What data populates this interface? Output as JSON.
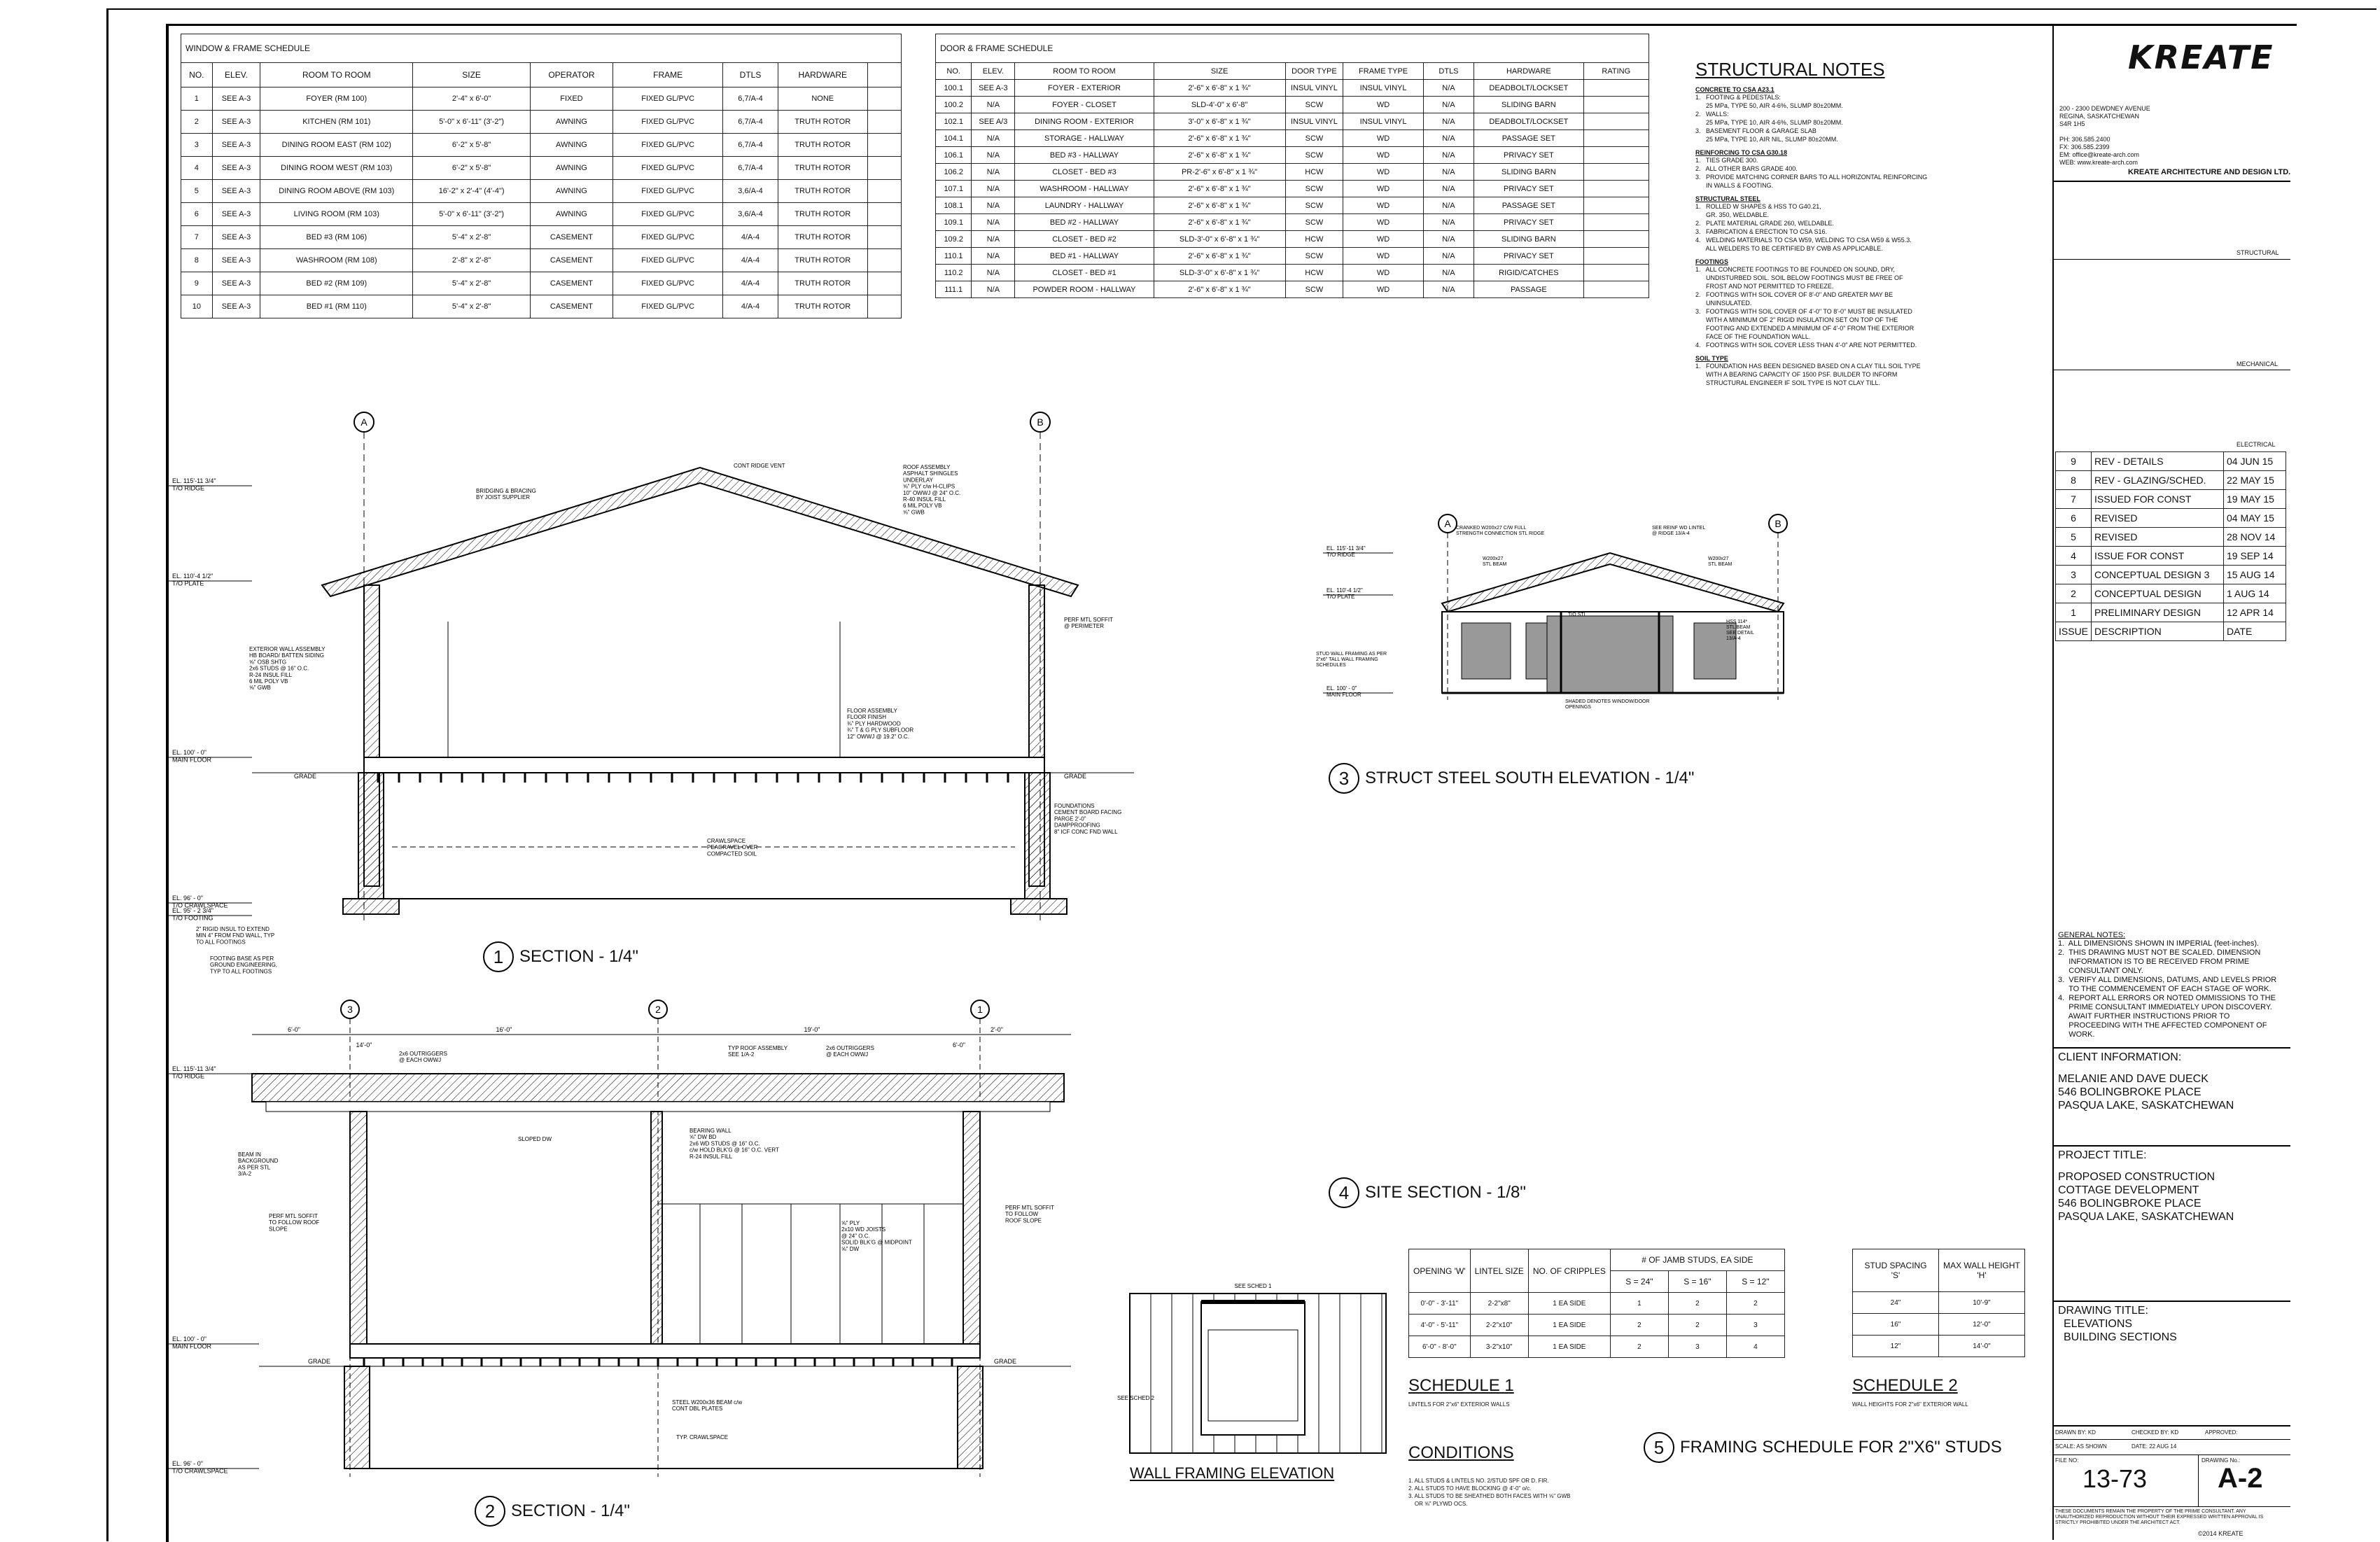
{
  "window_schedule": {
    "title": "WINDOW & FRAME SCHEDULE",
    "headers": [
      "NO.",
      "ELEV.",
      "ROOM TO ROOM",
      "SIZE",
      "OPERATOR",
      "FRAME",
      "DTLS",
      "HARDWARE",
      ""
    ],
    "rows": [
      [
        "1",
        "SEE A-3",
        "FOYER (RM 100)",
        "2'-4\" x 6'-0\"",
        "FIXED",
        "FIXED GL/PVC",
        "6,7/A-4",
        "NONE",
        ""
      ],
      [
        "2",
        "SEE A-3",
        "KITCHEN (RM 101)",
        "5'-0\" x 6'-11\" (3'-2\")",
        "AWNING",
        "FIXED GL/PVC",
        "6,7/A-4",
        "TRUTH ROTOR",
        ""
      ],
      [
        "3",
        "SEE A-3",
        "DINING ROOM EAST (RM 102)",
        "6'-2\" x 5'-8\"",
        "AWNING",
        "FIXED GL/PVC",
        "6,7/A-4",
        "TRUTH ROTOR",
        ""
      ],
      [
        "4",
        "SEE A-3",
        "DINING ROOM WEST (RM 103)",
        "6'-2\" x 5'-8\"",
        "AWNING",
        "FIXED GL/PVC",
        "6,7/A-4",
        "TRUTH ROTOR",
        ""
      ],
      [
        "5",
        "SEE A-3",
        "DINING ROOM ABOVE (RM 103)",
        "16'-2\" x 2'-4\" (4'-4\")",
        "AWNING",
        "FIXED GL/PVC",
        "3,6/A-4",
        "TRUTH ROTOR",
        ""
      ],
      [
        "6",
        "SEE A-3",
        "LIVING ROOM (RM 103)",
        "5'-0\" x 6'-11\" (3'-2\")",
        "AWNING",
        "FIXED GL/PVC",
        "3,6/A-4",
        "TRUTH ROTOR",
        ""
      ],
      [
        "7",
        "SEE A-3",
        "BED #3 (RM 106)",
        "5'-4\" x 2'-8\"",
        "CASEMENT",
        "FIXED GL/PVC",
        "4/A-4",
        "TRUTH ROTOR",
        ""
      ],
      [
        "8",
        "SEE A-3",
        "WASHROOM (RM 108)",
        "2'-8\" x 2'-8\"",
        "CASEMENT",
        "FIXED GL/PVC",
        "4/A-4",
        "TRUTH ROTOR",
        ""
      ],
      [
        "9",
        "SEE A-3",
        "BED #2 (RM 109)",
        "5'-4\" x 2'-8\"",
        "CASEMENT",
        "FIXED GL/PVC",
        "4/A-4",
        "TRUTH ROTOR",
        ""
      ],
      [
        "10",
        "SEE A-3",
        "BED #1 (RM 110)",
        "5'-4\" x 2'-8\"",
        "CASEMENT",
        "FIXED GL/PVC",
        "4/A-4",
        "TRUTH ROTOR",
        ""
      ]
    ]
  },
  "door_schedule": {
    "title": "DOOR & FRAME SCHEDULE",
    "headers": [
      "NO.",
      "ELEV.",
      "ROOM TO ROOM",
      "SIZE",
      "DOOR TYPE",
      "FRAME TYPE",
      "DTLS",
      "HARDWARE",
      "RATING"
    ],
    "rows": [
      [
        "100.1",
        "SEE A-3",
        "FOYER - EXTERIOR",
        "2'-6\" x 6'-8\" x 1 ¾\"",
        "INSUL VINYL",
        "INSUL VINYL",
        "N/A",
        "DEADBOLT/LOCKSET",
        ""
      ],
      [
        "100.2",
        "N/A",
        "FOYER - CLOSET",
        "SLD-4'-0\" x 6'-8\"",
        "SCW",
        "WD",
        "N/A",
        "SLIDING BARN",
        ""
      ],
      [
        "102.1",
        "SEE A/3",
        "DINING ROOM - EXTERIOR",
        "3'-0\" x 6'-8\" x 1 ¾\"",
        "INSUL VINYL",
        "INSUL VINYL",
        "N/A",
        "DEADBOLT/LOCKSET",
        ""
      ],
      [
        "104.1",
        "N/A",
        "STORAGE - HALLWAY",
        "2'-6\" x 6'-8\" x 1 ¾\"",
        "SCW",
        "WD",
        "N/A",
        "PASSAGE SET",
        ""
      ],
      [
        "106.1",
        "N/A",
        "BED #3 - HALLWAY",
        "2'-6\" x 6'-8\" x 1 ¾\"",
        "SCW",
        "WD",
        "N/A",
        "PRIVACY SET",
        ""
      ],
      [
        "106.2",
        "N/A",
        "CLOSET - BED #3",
        "PR-2'-6\" x 6'-8\" x 1 ¾\"",
        "HCW",
        "WD",
        "N/A",
        "SLIDING BARN",
        ""
      ],
      [
        "107.1",
        "N/A",
        "WASHROOM - HALLWAY",
        "2'-6\" x 6'-8\" x 1 ¾\"",
        "SCW",
        "WD",
        "N/A",
        "PRIVACY SET",
        ""
      ],
      [
        "108.1",
        "N/A",
        "LAUNDRY - HALLWAY",
        "2'-6\" x 6'-8\" x 1 ¾\"",
        "SCW",
        "WD",
        "N/A",
        "PASSAGE SET",
        ""
      ],
      [
        "109.1",
        "N/A",
        "BED #2 - HALLWAY",
        "2'-6\" x 6'-8\" x 1 ¾\"",
        "SCW",
        "WD",
        "N/A",
        "PRIVACY SET",
        ""
      ],
      [
        "109.2",
        "N/A",
        "CLOSET - BED #2",
        "SLD-3'-0\" x 6'-8\" x 1 ¾\"",
        "HCW",
        "WD",
        "N/A",
        "SLIDING BARN",
        ""
      ],
      [
        "110.1",
        "N/A",
        "BED #1 - HALLWAY",
        "2'-6\" x 6'-8\" x 1 ¾\"",
        "SCW",
        "WD",
        "N/A",
        "PRIVACY SET",
        ""
      ],
      [
        "110.2",
        "N/A",
        "CLOSET - BED #1",
        "SLD-3'-0\" x 6'-8\" x 1 ¾\"",
        "HCW",
        "WD",
        "N/A",
        "RIGID/CATCHES",
        ""
      ],
      [
        "111.1",
        "N/A",
        "POWDER ROOM - HALLWAY",
        "2'-6\" x 6'-8\" x 1 ¾\"",
        "SCW",
        "WD",
        "N/A",
        "PASSAGE",
        ""
      ]
    ]
  },
  "structural_notes": {
    "title": "STRUCTURAL NOTES",
    "sections": [
      {
        "head": "CONCRETE TO CSA A23.1",
        "lines": [
          "1.   FOOTING & PEDESTALS:",
          "      25 MPa, TYPE 50, AIR 4-6%, SLUMP 80±20MM.",
          "2.   WALLS:",
          "      25 MPa, TYPE 10, AIR 4-6%, SLUMP 80±20MM.",
          "3.   BASEMENT FLOOR & GARAGE SLAB",
          "      25 MPa, TYPE 10, AIR NIL, SLUMP 80±20MM."
        ]
      },
      {
        "head": "REINFORCING TO CSA G30.18",
        "lines": [
          "1.   TIES GRADE 300.",
          "2.   ALL OTHER BARS GRADE 400.",
          "3.   PROVIDE MATCHING CORNER BARS TO ALL HORIZONTAL REINFORCING",
          "      IN WALLS & FOOTING."
        ]
      },
      {
        "head": "STRUCTURAL STEEL",
        "lines": [
          "1.   ROLLED W SHAPES & HSS TO G40.21,",
          "      GR. 350, WELDABLE.",
          "2.   PLATE MATERIAL GRADE 260, WELDABLE.",
          "3.   FABRICATION & ERECTION TO CSA S16.",
          "4.   WELDING MATERIALS TO CSA W59, WELDING TO CSA W59 & W55.3.",
          "      ALL WELDERS TO BE CERTIFIED BY CWB AS APPLICABLE."
        ]
      },
      {
        "head": "FOOTINGS",
        "lines": [
          "1.   ALL CONCRETE FOOTINGS TO BE FOUNDED ON SOUND, DRY,",
          "      UNDISTURBED SOIL. SOIL BELOW FOOTINGS MUST BE FREE OF",
          "      FROST AND NOT PERMITTED TO FREEZE.",
          "2.   FOOTINGS WITH SOIL COVER OF 8'-0\" AND GREATER MAY BE",
          "      UNINSULATED.",
          "3.   FOOTINGS WITH SOIL COVER OF 4'-0\" TO 8'-0\" MUST BE INSULATED",
          "      WITH A MINIMUM OF 2\" RIGID INSULATION SET ON TOP OF THE",
          "      FOOTING AND EXTENDED A MINIMUM OF 4'-0\" FROM THE EXTERIOR",
          "      FACE OF THE FOUNDATION WALL.",
          "4.   FOOTINGS WITH SOIL COVER LESS THAN 4'-0\" ARE NOT PERMITTED."
        ]
      },
      {
        "head": "SOIL TYPE",
        "lines": [
          "1.   FOUNDATION HAS BEEN DESIGNED BASED ON A CLAY TILL SOIL TYPE",
          "      WITH A BEARING CAPACITY OF 1500 PSF. BUILDER TO INFORM",
          "      STRUCTURAL ENGINEER IF SOIL TYPE IS NOT CLAY TILL."
        ]
      }
    ]
  },
  "title_block": {
    "logo": "KREATE",
    "address": [
      "200 - 2300 DEWDNEY AVENUE",
      "REGINA, SASKATCHEWAN",
      "S4R 1H5",
      "",
      "PH:   306.585.2400",
      "FX:   306.585.2399",
      "EM:  office@kreate-arch.com",
      "WEB: www.kreate-arch.com"
    ],
    "company": "KREATE ARCHITECTURE AND DESIGN LTD.",
    "stamps": [
      "STRUCTURAL",
      "MECHANICAL",
      "ELECTRICAL"
    ],
    "revisions": [
      [
        "9",
        "REV - DETAILS",
        "04 JUN 15"
      ],
      [
        "8",
        "REV - GLAZING/SCHED.",
        "22 MAY 15"
      ],
      [
        "7",
        "ISSUED FOR CONST",
        "19 MAY 15"
      ],
      [
        "6",
        "REVISED",
        "04 MAY 15"
      ],
      [
        "5",
        "REVISED",
        "28 NOV 14"
      ],
      [
        "4",
        "ISSUE FOR CONST",
        "19 SEP 14"
      ],
      [
        "3",
        "CONCEPTUAL DESIGN 3",
        "15 AUG 14"
      ],
      [
        "2",
        "CONCEPTUAL DESIGN",
        "1 AUG 14"
      ],
      [
        "1",
        "PRELIMINARY DESIGN",
        "12 APR 14"
      ]
    ],
    "rev_headers": [
      "ISSUE",
      "DESCRIPTION",
      "DATE"
    ],
    "general_notes_head": "GENERAL NOTES:",
    "general_notes": [
      "1.  ALL DIMENSIONS SHOWN IN IMPERIAL (feet-inches).",
      "2.  THIS DRAWING MUST NOT BE SCALED. DIMENSION",
      "     INFORMATION IS TO BE RECEIVED FROM PRIME",
      "     CONSULTANT ONLY.",
      "3.  VERIFY ALL DIMENSIONS, DATUMS, AND LEVELS PRIOR",
      "     TO THE COMMENCEMENT OF EACH STAGE OF WORK.",
      "4.  REPORT ALL ERRORS OR NOTED OMMISSIONS TO THE",
      "     PRIME CONSULTANT IMMEDIATELY UPON DISCOVERY.",
      "     AWAIT FURTHER INSTRUCTIONS PRIOR TO",
      "     PROCEEDING WITH THE AFFECTED COMPONENT OF",
      "     WORK."
    ],
    "client_head": "CLIENT INFORMATION:",
    "client": [
      "MELANIE AND DAVE DUECK",
      "546 BOLINGBROKE PLACE",
      "PASQUA LAKE, SASKATCHEWAN"
    ],
    "project_head": "PROJECT TITLE:",
    "project": [
      "PROPOSED CONSTRUCTION",
      "COTTAGE DEVELOPMENT",
      "546 BOLINGBROKE PLACE",
      "PASQUA LAKE, SASKATCHEWAN"
    ],
    "drawing_head": "DRAWING TITLE:",
    "drawing": [
      "ELEVATIONS",
      "BUILDING SECTIONS"
    ],
    "drawn_by": "DRAWN BY:  KD",
    "checked_by": "CHECKED BY:  KD",
    "approved": "APPROVED:",
    "scale": "SCALE:  AS SHOWN",
    "date": "DATE:  22 AUG 14",
    "file_label": "FILE NO:",
    "file_no": "13-73",
    "drawing_label": "DRAWING No.:",
    "drawing_no": "A-2",
    "copyright": "THESE DOCUMENTS REMAIN THE PROPERTY OF THE PRIME CONSULTANT. ANY UNAUTHORIZED REPRODUCTION WITHOUT THEIR EXPRESSED WRITTEN APPROVAL IS STRICTLY PROHIBITED UNDER THE ARCHITECT ACT.",
    "copyright_mark": "©2014 KREATE"
  },
  "views": {
    "v1": {
      "num": "1",
      "title": "SECTION - 1/4\""
    },
    "v2": {
      "num": "2",
      "title": "SECTION - 1/4\""
    },
    "v3": {
      "num": "3",
      "title": "STRUCT STEEL SOUTH ELEVATION - 1/4\""
    },
    "v4": {
      "num": "4",
      "title": "SITE SECTION - 1/8\""
    },
    "v5": {
      "num": "5",
      "title": "FRAMING SCHEDULE FOR 2\"X6\" STUDS"
    },
    "wall_framing": "WALL FRAMING ELEVATION"
  },
  "section1_labels": {
    "ridge": "EL. 115'-11 3/4\"\nT/O RIDGE",
    "plate": "EL. 110'-4 1/2\"\nT/O PLATE",
    "main_floor": "EL. 100' - 0\"\nMAIN FLOOR",
    "crawl": "EL. 96' - 0\"\nT/O CRAWLSPACE",
    "footing": "EL. 95' - 2 3/4\"\nT/O FOOTING",
    "roof_vent": "CONT RIDGE VENT",
    "bridging": "BRIDGING & BRACING\nBY JOIST SUPPLIER",
    "roof_assembly": "ROOF ASSEMBLY\nASPHALT SHINGLES\nUNDERLAY\n⅝\" PLY c/w H-CLIPS\n10\" OWWJ @ 24\" O.C.\nR-40 INSUL FILL\n6 MIL POLY VB\n⅝\" GWB",
    "ext_wall": "EXTERIOR WALL ASSEMBLY\nHB BOARD/ BATTEN SIDING\n⅝\" OSB SHTG\n2x6 STUDS @ 16\" O.C.\nR-24 INSUL FILL\n6 MIL POLY VB\n⅝\" GWB",
    "soffit": "PERF MTL SOFFIT\n@ PERIMETER",
    "floor": "FLOOR ASSEMBLY\nFLOOR FINISH\n¾\" PLY HARDWOOD\n¾\" T & G PLY SUBFLOOR\n12\" OWWJ @ 19.2\" O.C.",
    "foundation": "FOUNDATIONS\nCEMENT BOARD FACING\nPARGE 2'-0\"\nDAMPPROOFING\n8\" ICF CONC FND WALL",
    "crawlspace": "CRAWLSPACE\nPEAGRAVEL OVER\nCOMPACTED SOIL",
    "rigid": "2\" RIGID INSUL TO EXTEND\nMIN 4\" FROM FND WALL, TYP\nTO ALL FOOTINGS",
    "footing_base": "FOOTING BASE AS PER\nGROUND ENGINEERING,\nTYP TO ALL FOOTINGS",
    "grade": "GRADE",
    "dim_a": "A",
    "dim_b": "B"
  },
  "section3_labels": {
    "ridge": "EL. 115'-11 3/4\"\nT/O RIDGE",
    "plate": "EL. 110'-4 1/2\"\nT/O PLATE",
    "main": "EL. 100' - 0\"\nMAIN FLOOR",
    "beam1": "CRANKED W200x27 C/W FULL\nSTRENGTH CONNECTION STL RIDGE",
    "beam2": "SEE REINF WD LINTEL\n@ RIDGE 13/A-4",
    "beam3": "W200x27\nSTL BEAM",
    "post": "HSS 114*\nSTL BEAM\nSEE DETAIL\n13/A-4",
    "wall": "STUD WALL FRAMING AS PER\n2\"x6\" TALL WALL FRAMING\nSCHEDULES",
    "shaded": "SHADED DENOTES WINDOW/DOOR\nOPENINGS",
    "top": "T/O STL",
    "w200": "W200x27\nSTL BEAM"
  },
  "section2_labels": {
    "ridge": "EL. 115'-11 3/4\"\nT/O RIDGE",
    "main": "EL. 100' - 0\"\nMAIN FLOOR",
    "crawl": "EL. 96' - 0\"\nT/O CRAWLSPACE",
    "outriggers1": "2x6 OUTRIGGERS\n@ EACH OWWJ",
    "roof": "TYP ROOF ASSEMBLY\nSEE 1/A-2",
    "outriggers2": "2x6 OUTRIGGERS\n@ EACH OWWJ",
    "sloped": "SLOPED DW",
    "bearing": "BEARING WALL\n⅝\" DW BD\n2x6 WD STUDS @ 16\" O.C.\nc/w HOLD BLK'G @ 16\" O.C. VERT\nR-24 INSUL FILL",
    "beam": "BEAM IN\nBACKGROUND\nAS PER STL\n3/A-2",
    "soffit1": "PERF MTL SOFFIT\nTO FOLLOW ROOF\nSLOPE",
    "soffit2": "PERF MTL SOFFIT\nTO FOLLOW\nROOF SLOPE",
    "ply": "⅝\" PLY\n2x10 WD JOISTS\n@ 24\" O.C.\nSOLID BLK'G @ MIDPOINT\n⅝\" DW",
    "steel": "STEEL W200x36 BEAM c/w\nCONT DBL PLATES",
    "crawlspace": "TYP. CRAWLSPACE",
    "grade": "GRADE",
    "dims": [
      "6'-0\"",
      "14'-0\"",
      "16'-0\"",
      "19'-0\"",
      "2'-0\"",
      "6'-0\""
    ]
  },
  "framing_schedule_1": {
    "head_top": "# OF JAMB STUDS, EA SIDE",
    "headers": [
      "OPENING 'W'",
      "LINTEL SIZE",
      "NO. OF CRIPPLES",
      "S = 24\"",
      "S = 16\"",
      "S = 12\""
    ],
    "rows": [
      [
        "0'-0\" - 3'-11\"",
        "2-2\"x8\"",
        "1 EA SIDE",
        "1",
        "2",
        "2"
      ],
      [
        "4'-0\" - 5'-11\"",
        "2-2\"x10\"",
        "1 EA SIDE",
        "2",
        "2",
        "3"
      ],
      [
        "6'-0\" - 8'-0\"",
        "3-2\"x10\"",
        "1 EA SIDE",
        "2",
        "3",
        "4"
      ]
    ],
    "title": "SCHEDULE 1",
    "sub": "LINTELS FOR 2\"x6\" EXTERIOR WALLS"
  },
  "framing_schedule_2": {
    "headers": [
      "STUD SPACING\n'S'",
      "MAX WALL HEIGHT\n'H'"
    ],
    "rows": [
      [
        "24\"",
        "10'-9\""
      ],
      [
        "16\"",
        "12'-0\""
      ],
      [
        "12\"",
        "14'-0\""
      ]
    ],
    "title": "SCHEDULE 2",
    "sub": "WALL HEIGHTS FOR 2\"x6\" EXTERIOR WALL"
  },
  "conditions": {
    "title": "CONDITIONS",
    "lines": [
      "1. ALL STUDS & LINTELS NO. 2/STUD SPF OR D. FIR.",
      "2. ALL STUDS TO HAVE BLOCKING @ 4'-0\" o/c.",
      "3. ALL STUDS TO BE SHEATHED BOTH FACES WITH ⅝\" GWB",
      "    OR ⅝\" PLYWD OCS."
    ]
  },
  "wall_framing_labels": {
    "see": "SEE SCHED 1",
    "side": "SEE SCHED 2"
  },
  "grid": {
    "a": "A",
    "b": "B",
    "one": "1",
    "two": "2",
    "three": "3"
  }
}
